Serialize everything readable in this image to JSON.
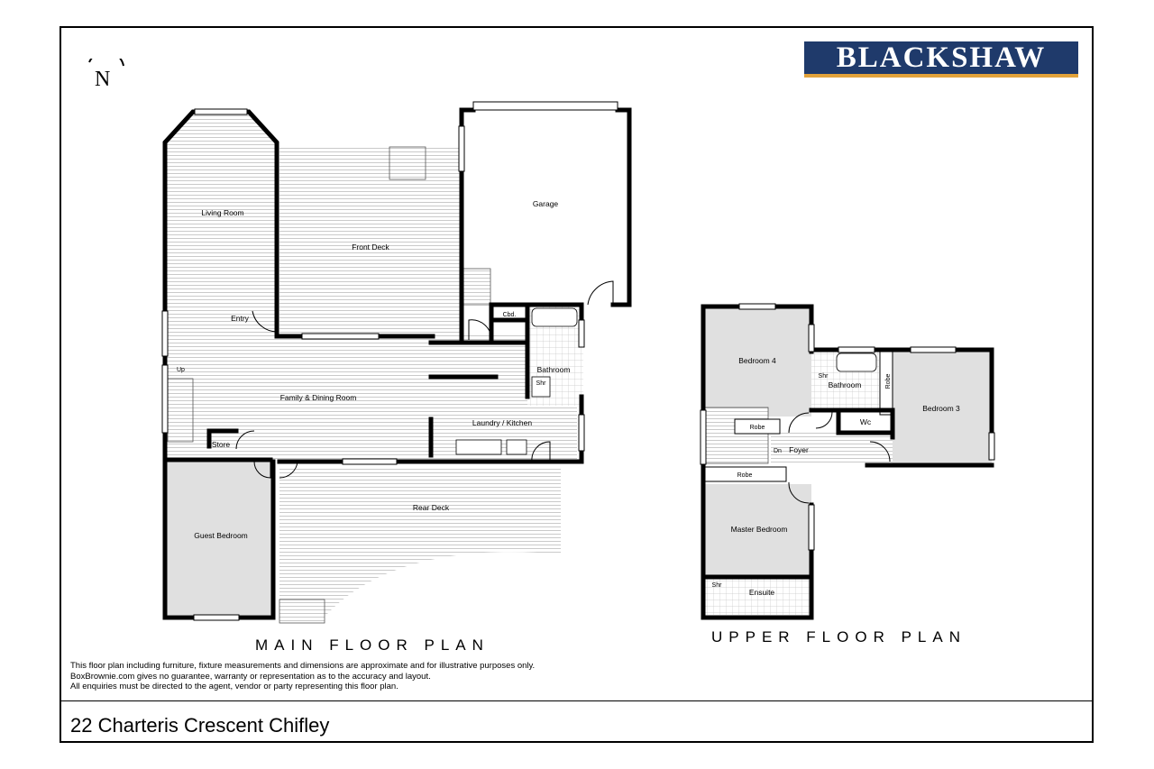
{
  "header": {
    "logo_text": "BLACKSHAW",
    "north_label": "N",
    "brand_color": "#1f3a6b",
    "accent_color": "#e2a23a"
  },
  "rooms_main": {
    "living_room": "Living Room",
    "front_deck": "Front Deck",
    "garage": "Garage",
    "entry": "Entry",
    "cbd": "Cbd.",
    "up": "Up",
    "family_dining": "Family & Dining Room",
    "bathroom": "Bathroom",
    "shr": "Shr",
    "laundry_kitchen": "Laundry / Kitchen",
    "store": "Store",
    "guest_bedroom": "Guest Bedroom",
    "rear_deck": "Rear Deck"
  },
  "rooms_upper": {
    "bedroom4": "Bedroom 4",
    "shr": "Shr",
    "bathroom": "Bathroom",
    "robe_vertical": "Robe",
    "bedroom3": "Bedroom 3",
    "robe_bed4": "Robe",
    "wc": "Wc",
    "dn": "Dn",
    "foyer": "Foyer",
    "robe_master": "Robe",
    "master_bedroom": "Master Bedroom",
    "shr_ensuite": "Shr",
    "ensuite": "Ensuite"
  },
  "titles": {
    "main_floor": "MAIN FLOOR PLAN",
    "upper_floor": "UPPER FLOOR PLAN"
  },
  "disclaimer": {
    "line1": "This floor plan including furniture, fixture measurements and dimensions are approximate and for illustrative purposes only.",
    "line2": "BoxBrownie.com gives no guarantee, warranty or representation as to the accuracy and layout.",
    "line3": "All enquiries must be directed to the agent, vendor or party representing this floor plan."
  },
  "address": "22 Charteris Crescent Chifley"
}
